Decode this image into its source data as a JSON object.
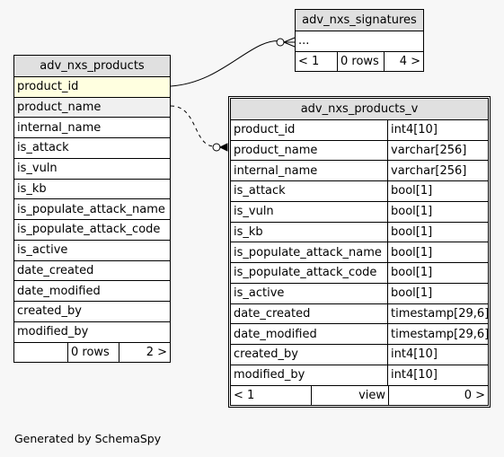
{
  "signatures": {
    "title": "adv_nxs_signatures",
    "columns": [
      "..."
    ],
    "footer": {
      "left": "< 1",
      "rows": "0 rows",
      "right": "4 >"
    }
  },
  "products": {
    "title": "adv_nxs_products",
    "columns": [
      "product_id",
      "product_name",
      "internal_name",
      "is_attack",
      "is_vuln",
      "is_kb",
      "is_populate_attack_name",
      "is_populate_attack_code",
      "is_active",
      "date_created",
      "date_modified",
      "created_by",
      "modified_by"
    ],
    "footer": {
      "left": "",
      "rows": "0 rows",
      "right": "2 >"
    }
  },
  "products_v": {
    "title": "adv_nxs_products_v",
    "columns": [
      {
        "name": "product_id",
        "type": "int4[10]"
      },
      {
        "name": "product_name",
        "type": "varchar[256]"
      },
      {
        "name": "internal_name",
        "type": "varchar[256]"
      },
      {
        "name": "is_attack",
        "type": "bool[1]"
      },
      {
        "name": "is_vuln",
        "type": "bool[1]"
      },
      {
        "name": "is_kb",
        "type": "bool[1]"
      },
      {
        "name": "is_populate_attack_name",
        "type": "bool[1]"
      },
      {
        "name": "is_populate_attack_code",
        "type": "bool[1]"
      },
      {
        "name": "is_active",
        "type": "bool[1]"
      },
      {
        "name": "date_created",
        "type": "timestamp[29,6]"
      },
      {
        "name": "date_modified",
        "type": "timestamp[29,6]"
      },
      {
        "name": "created_by",
        "type": "int4[10]"
      },
      {
        "name": "modified_by",
        "type": "int4[10]"
      }
    ],
    "footer": {
      "left": "< 1",
      "rows": "view",
      "right": "0 >"
    }
  },
  "generated_by": "Generated by SchemaSpy"
}
